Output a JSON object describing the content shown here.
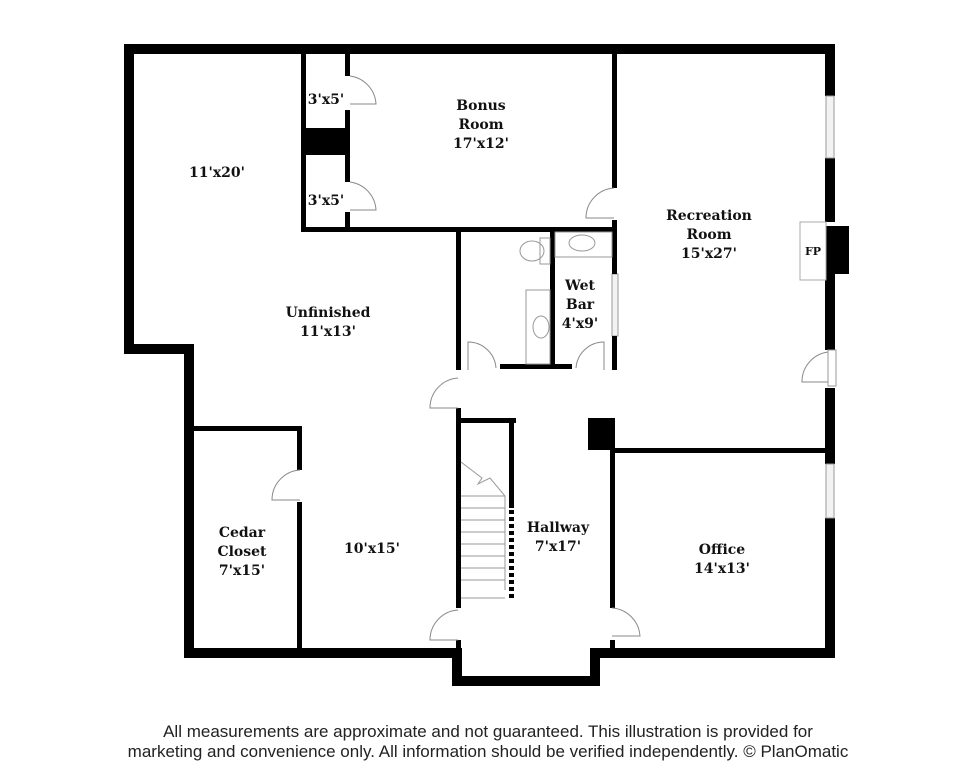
{
  "floorplan": {
    "rooms": [
      {
        "id": "unfinished-north",
        "name": "",
        "dims": "11'x20'"
      },
      {
        "id": "closet-1",
        "name": "",
        "dims": "3'x5'"
      },
      {
        "id": "closet-2",
        "name": "",
        "dims": "3'x5'"
      },
      {
        "id": "bonus-room",
        "name_line1": "Bonus",
        "name_line2": "Room",
        "dims": "17'x12'"
      },
      {
        "id": "recreation-room",
        "name_line1": "Recreation",
        "name_line2": "Room",
        "dims": "15'x27'"
      },
      {
        "id": "fireplace",
        "name": "FP"
      },
      {
        "id": "wet-bar",
        "name_line1": "Wet",
        "name_line2": "Bar",
        "dims": "4'x9'"
      },
      {
        "id": "unfinished",
        "name": "Unfinished",
        "dims": "11'x13'"
      },
      {
        "id": "cedar-closet",
        "name_line1": "Cedar",
        "name_line2": "Closet",
        "dims": "7'x15'"
      },
      {
        "id": "unfinished-south",
        "name": "",
        "dims": "10'x15'"
      },
      {
        "id": "hallway",
        "name": "Hallway",
        "dims": "7'x17'"
      },
      {
        "id": "office",
        "name": "Office",
        "dims": "14'x13'"
      }
    ]
  },
  "footer": {
    "line1": "All measurements are approximate and not guaranteed. This illustration is provided for",
    "line2": "marketing and convenience only. All information should be verified independently. © PlanOmatic"
  }
}
